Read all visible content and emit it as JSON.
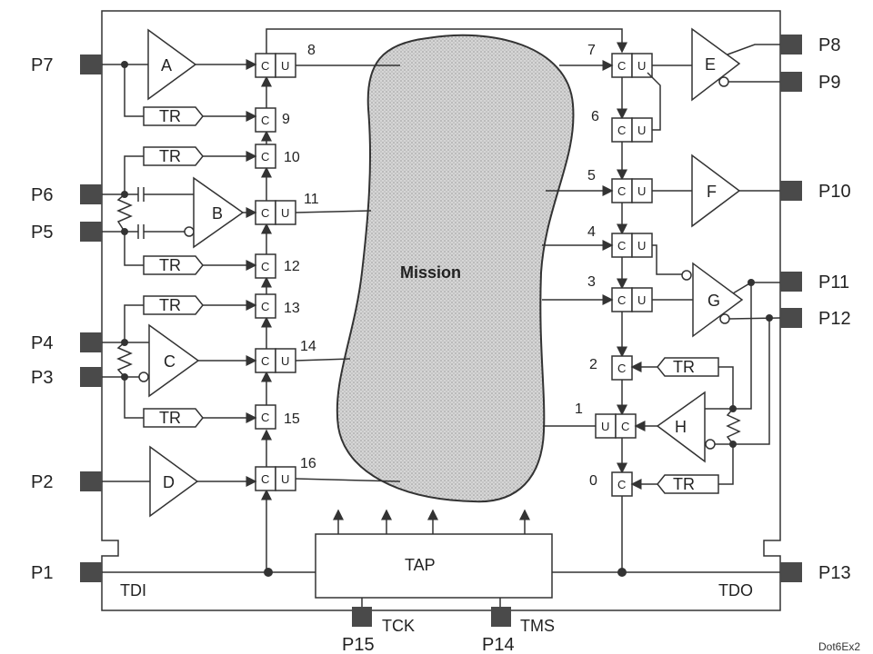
{
  "pins": {
    "p7": "P7",
    "p6": "P6",
    "p5": "P5",
    "p4": "P4",
    "p3": "P3",
    "p2": "P2",
    "p1": "P1",
    "p8": "P8",
    "p9": "P9",
    "p10": "P10",
    "p11": "P11",
    "p12": "P12",
    "p13": "P13",
    "p15": "P15",
    "p14": "P14"
  },
  "blocks": {
    "mission": "Mission",
    "tap": "TAP",
    "tdi": "TDI",
    "tdo": "TDO",
    "tck": "TCK",
    "tms": "TMS",
    "a": "A",
    "b": "B",
    "c": "C",
    "d": "D",
    "e": "E",
    "f": "F",
    "g": "G",
    "h": "H",
    "tr": "TR"
  },
  "cells": {
    "c": "C",
    "u": "U"
  },
  "cell_numbers": [
    "0",
    "1",
    "2",
    "3",
    "4",
    "5",
    "6",
    "7",
    "8",
    "9",
    "10",
    "11",
    "12",
    "13",
    "14",
    "15",
    "16"
  ],
  "watermark": "Dot6Ex2"
}
